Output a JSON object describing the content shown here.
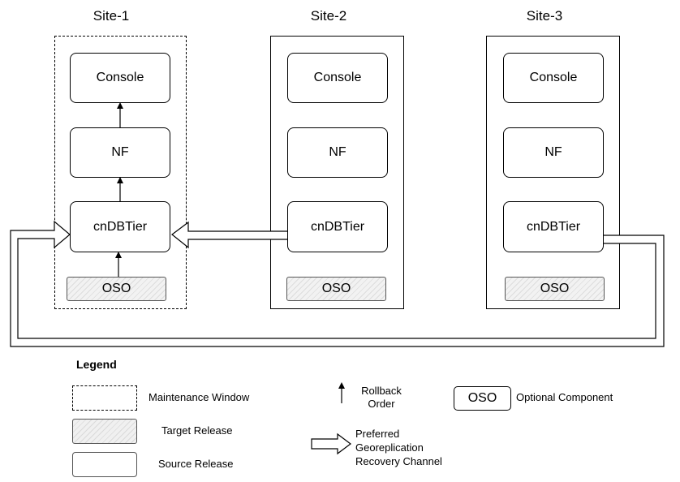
{
  "sites": [
    {
      "title": "Site-1",
      "components": [
        "Console",
        "NF",
        "cnDBTier"
      ],
      "optional": "OSO"
    },
    {
      "title": "Site-2",
      "components": [
        "Console",
        "NF",
        "cnDBTier"
      ],
      "optional": "OSO"
    },
    {
      "title": "Site-3",
      "components": [
        "Console",
        "NF",
        "cnDBTier"
      ],
      "optional": "OSO"
    }
  ],
  "legend": {
    "title": "Legend",
    "maintenance_window": "Maintenance Window",
    "target_release": "Target Release",
    "source_release": "Source Release",
    "rollback_order": "Rollback\nOrder",
    "oso_box": "OSO",
    "optional_component": "Optional Component",
    "preferred_channel": "Preferred\nGeoreplication\nRecovery Channel"
  }
}
